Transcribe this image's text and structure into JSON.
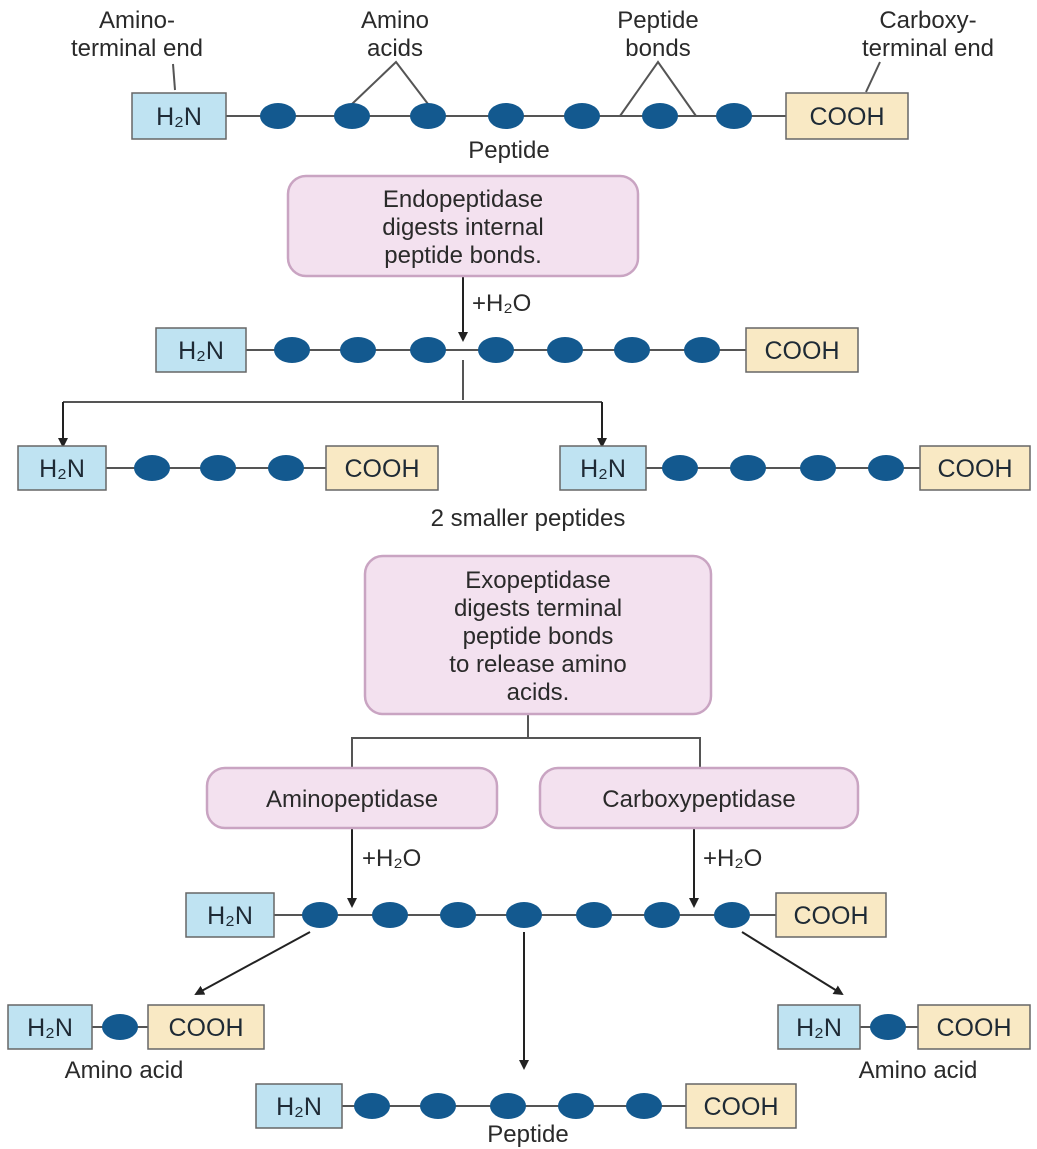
{
  "colors": {
    "amino_box": "#bfe3f2",
    "carboxy_box": "#f9e9c4",
    "enzyme_box": "#f3e1ef",
    "enzyme_border": "#c9a4c2",
    "bead": "#13598f",
    "line": "#555555",
    "text": "#2a2a2a"
  },
  "labels": {
    "h2n": "H₂N",
    "cooh": "COOH",
    "h2o": "+H₂O",
    "amino_terminal_end": [
      "Amino-",
      "terminal end"
    ],
    "amino_acids": [
      "Amino",
      "acids"
    ],
    "peptide_bonds": [
      "Peptide",
      "bonds"
    ],
    "carboxy_terminal_end": [
      "Carboxy-",
      "terminal end"
    ],
    "peptide": "Peptide",
    "smaller_peptides": "2 smaller peptides",
    "amino_acid": "Amino acid"
  },
  "enzymes": {
    "endopeptidase": [
      "Endopeptidase",
      "digests internal",
      "peptide bonds."
    ],
    "exopeptidase": [
      "Exopeptidase",
      "digests terminal",
      "peptide bonds",
      "to release amino",
      "acids."
    ],
    "aminopeptidase": "Aminopeptidase",
    "carboxypeptidase": "Carboxypeptidase"
  }
}
